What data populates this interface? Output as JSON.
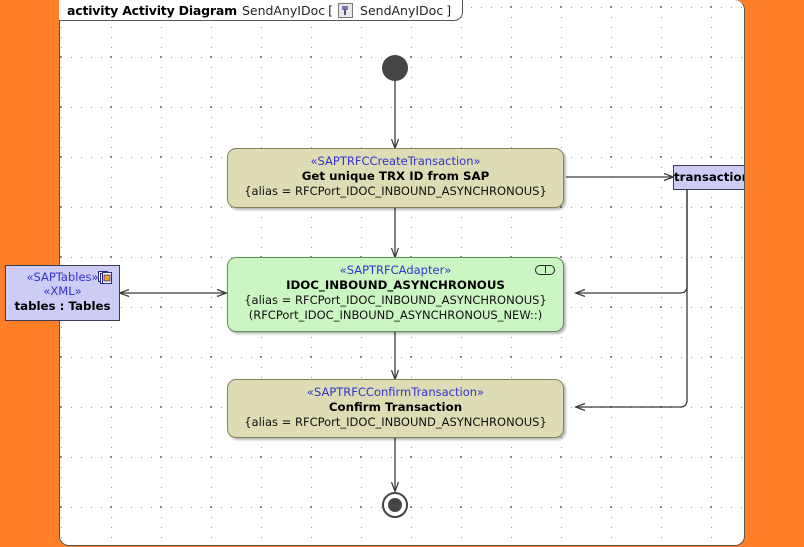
{
  "canvas": {
    "background_color": "#ff7f28",
    "frame_background": "#ffffff",
    "grid": "dotted"
  },
  "frame": {
    "keyword": "activity Activity Diagram",
    "name": "SendAnyIDoc",
    "bracket_open": "[",
    "bracket_close": "]",
    "inner_name": "SendAnyIDoc",
    "icon": "activity-diagram-icon"
  },
  "nodes": {
    "initial": {
      "name": "initial-node",
      "kind": "initial"
    },
    "final": {
      "name": "final-node",
      "kind": "activity-final"
    },
    "create_transaction": {
      "stereotype": "«SAPTRFCCreateTransaction»",
      "title": "Get unique TRX ID from SAP",
      "property": "{alias = RFCPort_IDOC_INBOUND_ASYNCHRONOUS}",
      "fill": "#dedcb4"
    },
    "adapter": {
      "stereotype": "«SAPTRFCAdapter»",
      "title": "IDOC_INBOUND_ASYNCHRONOUS",
      "property": "{alias = RFCPort_IDOC_INBOUND_ASYNCHRONOUS}",
      "property2": "(RFCPort_IDOC_INBOUND_ASYNCHRONOUS_NEW::)",
      "fill": "#ccf5c4",
      "corner_icon": "stream-port-icon"
    },
    "confirm_transaction": {
      "stereotype": "«SAPTRFCConfirmTransaction»",
      "title": "Confirm Transaction",
      "property": "{alias = RFCPort_IDOC_INBOUND_ASYNCHRONOUS}",
      "fill": "#dedcb4"
    },
    "tables_object": {
      "stereotype1": "«SAPTables»",
      "stereotype2": "«XML»",
      "title": "tables : Tables",
      "fill": "#ccccf5",
      "icon": "documents-icon"
    },
    "transaction_pin": {
      "title": "transactionID : String",
      "fill": "#ccccf5"
    }
  },
  "colors": {
    "stereotype_text": "#3333cc",
    "node_khaki": "#dedcb4",
    "node_green": "#ccf5c4",
    "node_lilac": "#ccccf5",
    "edge": "#3a3a3a",
    "background_orange": "#ff7f28"
  }
}
